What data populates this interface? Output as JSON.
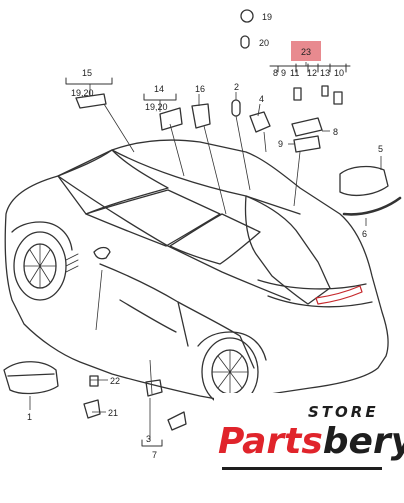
{
  "diagram": {
    "callouts": [
      "19",
      "20",
      "23",
      "8",
      "9",
      "11",
      "12",
      "13",
      "10",
      "15",
      "19,20",
      "14",
      "19,20",
      "16",
      "2",
      "4",
      "8",
      "9",
      "5",
      "6",
      "22",
      "21",
      "1",
      "3",
      "7"
    ],
    "highlight": {
      "label": "23",
      "color": "#e88a8f"
    }
  },
  "watermark": {
    "store": "STORE",
    "brand_part1": "Parts",
    "brand_part2": "bery",
    "colors": {
      "accent": "#e0242b",
      "dark": "#1e1e1e"
    }
  }
}
